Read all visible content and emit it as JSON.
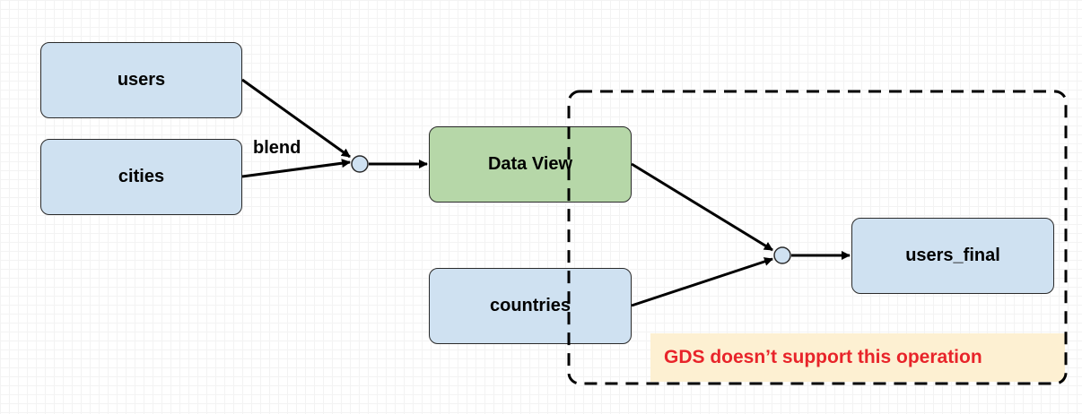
{
  "nodes": {
    "users": "users",
    "cities": "cities",
    "data_view": "Data View",
    "countries": "countries",
    "users_final": "users_final"
  },
  "edge_labels": {
    "blend": "blend"
  },
  "note": {
    "text": "GDS doesn’t support this operation"
  },
  "colors": {
    "source_fill": "#cfe1f1",
    "view_fill": "#b6d7a8",
    "join_fill": "#cfe1f1",
    "note_fill": "#fdf0d2",
    "note_text": "#e8242a"
  }
}
